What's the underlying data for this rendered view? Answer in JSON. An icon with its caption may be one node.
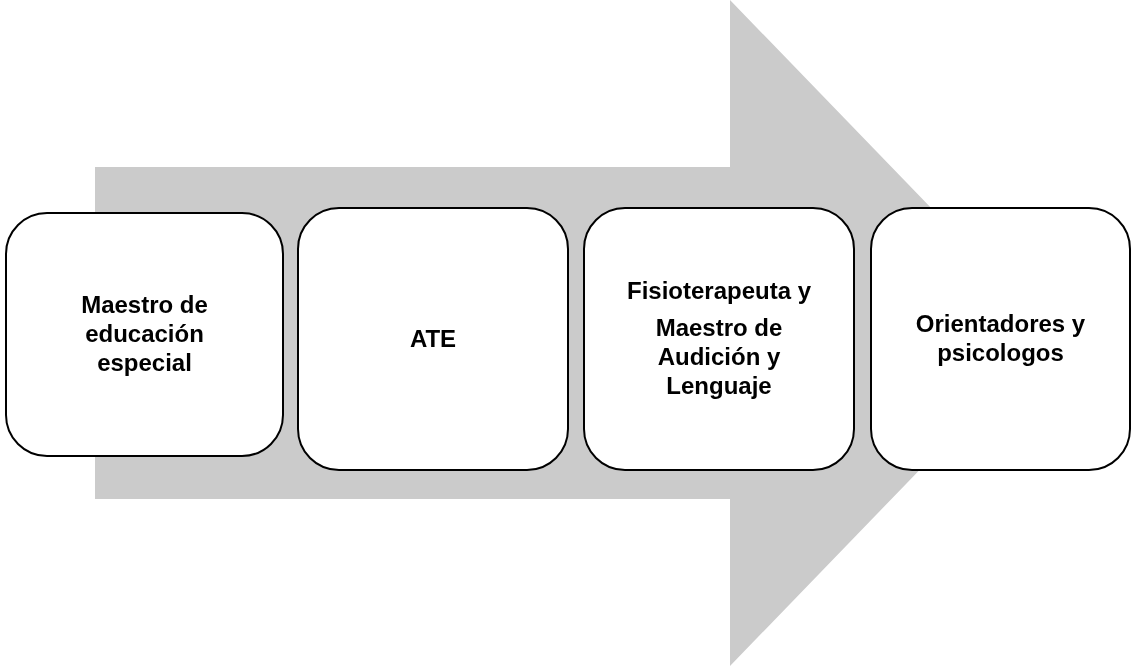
{
  "diagram": {
    "nodes": [
      {
        "text": [
          "Maestro de educación especial"
        ]
      },
      {
        "text": [
          "ATE"
        ]
      },
      {
        "text": [
          "Fisioterapeuta y",
          "Maestro de Audición y Lenguaje"
        ]
      },
      {
        "text": [
          "Orientadores y psicologos"
        ]
      }
    ],
    "edges": [
      {
        "from": 0,
        "to": 3,
        "arrow": "to",
        "style": "thick",
        "color": "#cbcbcb"
      }
    ]
  }
}
